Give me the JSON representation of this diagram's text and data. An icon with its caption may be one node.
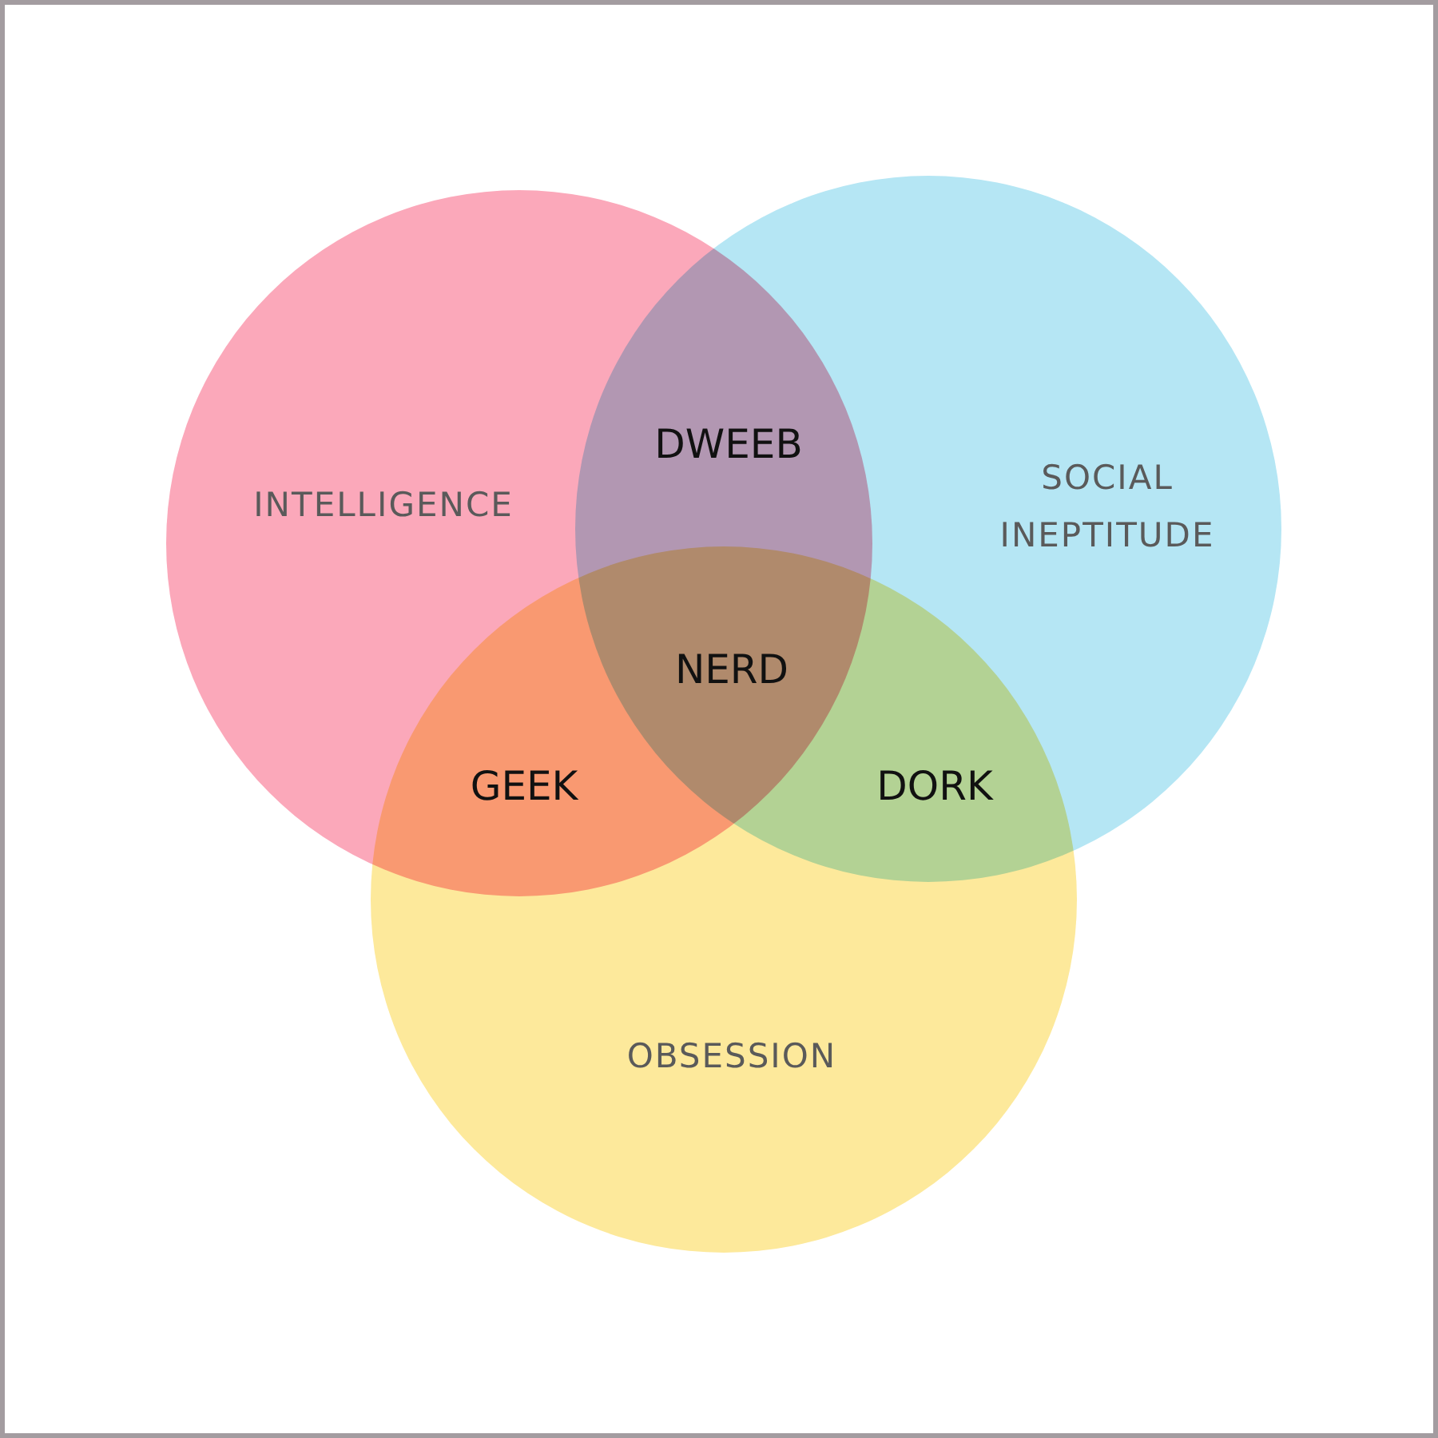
{
  "diagram": {
    "nodes": [
      {
        "text": [
          "INTELLIGENCE"
        ]
      },
      {
        "text": [
          "SOCIAL INEPTITUDE"
        ]
      },
      {
        "text": [
          "OBSESSION"
        ]
      }
    ],
    "labels": [
      "DWEEB",
      "NERD",
      "GEEK",
      "DORK"
    ]
  }
}
